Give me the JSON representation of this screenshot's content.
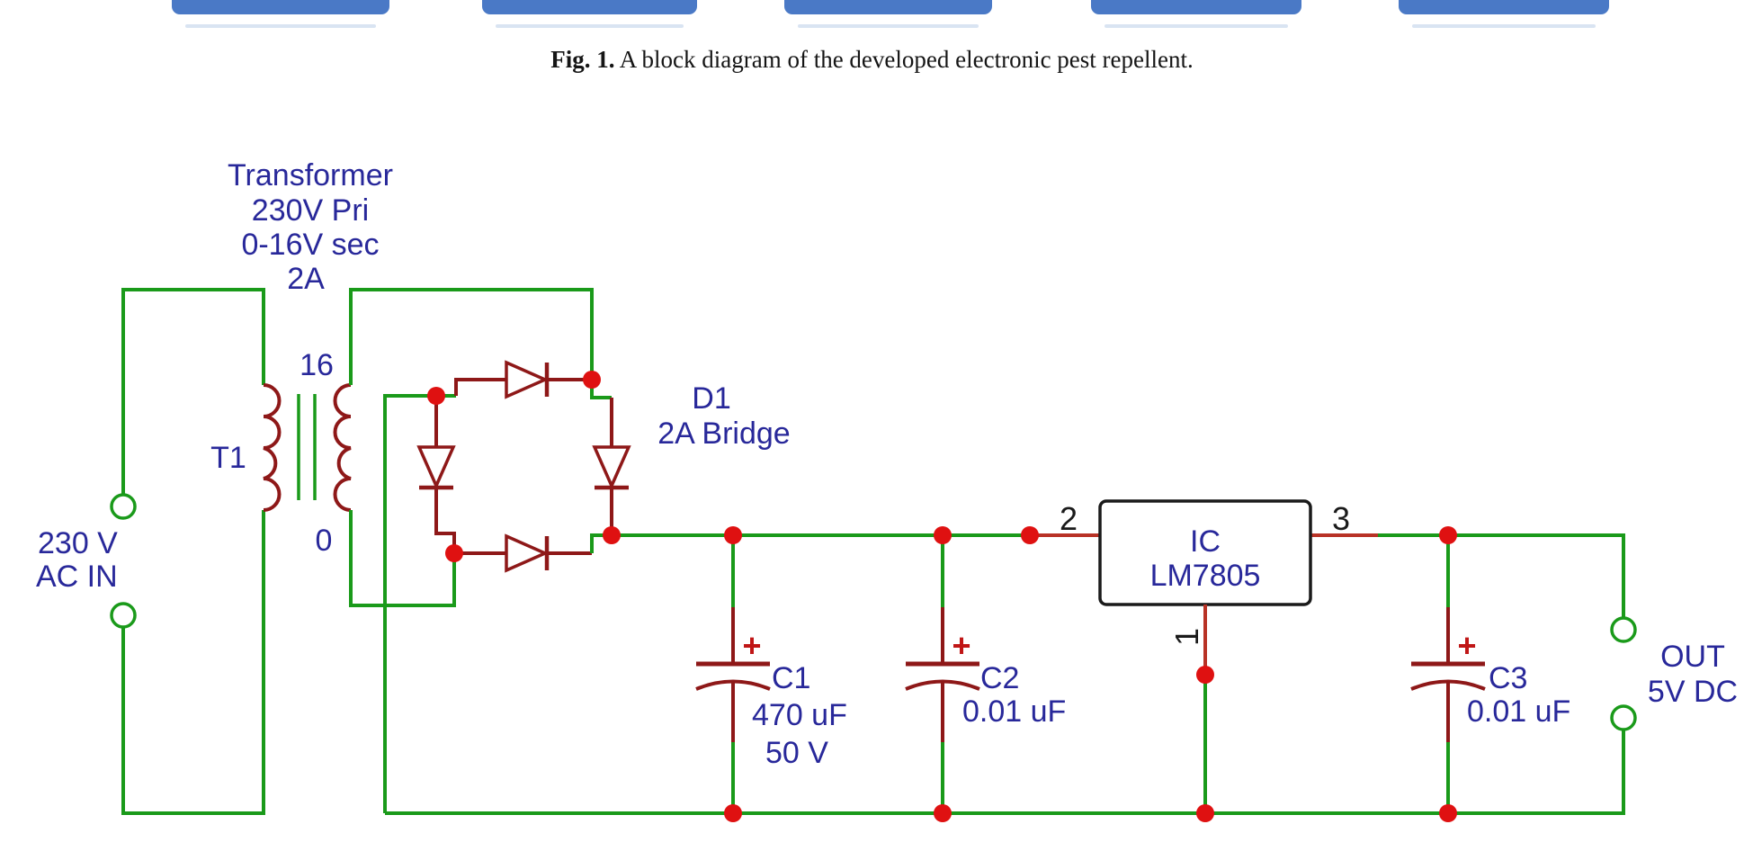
{
  "caption": {
    "prefix": "Fig. 1.",
    "text": " A block diagram of the developed electronic pest repellent."
  },
  "ac_input": {
    "line1": "230 V",
    "line2": "AC IN"
  },
  "transformer": {
    "label_line1": "Transformer",
    "label_line2": "230V Pri",
    "label_line3": "0-16V sec",
    "label_line4": "2A",
    "ref": "T1",
    "tap_top": "16",
    "tap_bottom": "0"
  },
  "bridge": {
    "ref": "D1",
    "rating": "2A Bridge"
  },
  "capacitors": [
    {
      "ref": "C1",
      "value": "470 uF",
      "voltage": "50 V",
      "polarity": "+"
    },
    {
      "ref": "C2",
      "value": "0.01 uF",
      "polarity": "+"
    },
    {
      "ref": "C3",
      "value": "0.01 uF",
      "polarity": "+"
    }
  ],
  "ic": {
    "line1": "IC",
    "line2": "LM7805",
    "pin_input": "2",
    "pin_ground": "1",
    "pin_output": "3"
  },
  "output": {
    "line1": "OUT",
    "line2": "5V DC"
  },
  "colors": {
    "wire_green": "#1a9a1a",
    "component_red": "#8e1818",
    "pin_red": "#b83226",
    "junction_red": "#df1111",
    "label_navy": "#28289a",
    "pin_label_black": "#1a1a1a",
    "block_blue": "#4a79c6",
    "block_underline": "#d9e4f2",
    "ic_border": "#1a1a1a",
    "caption_black": "#151515",
    "plus_red": "#c01616"
  }
}
